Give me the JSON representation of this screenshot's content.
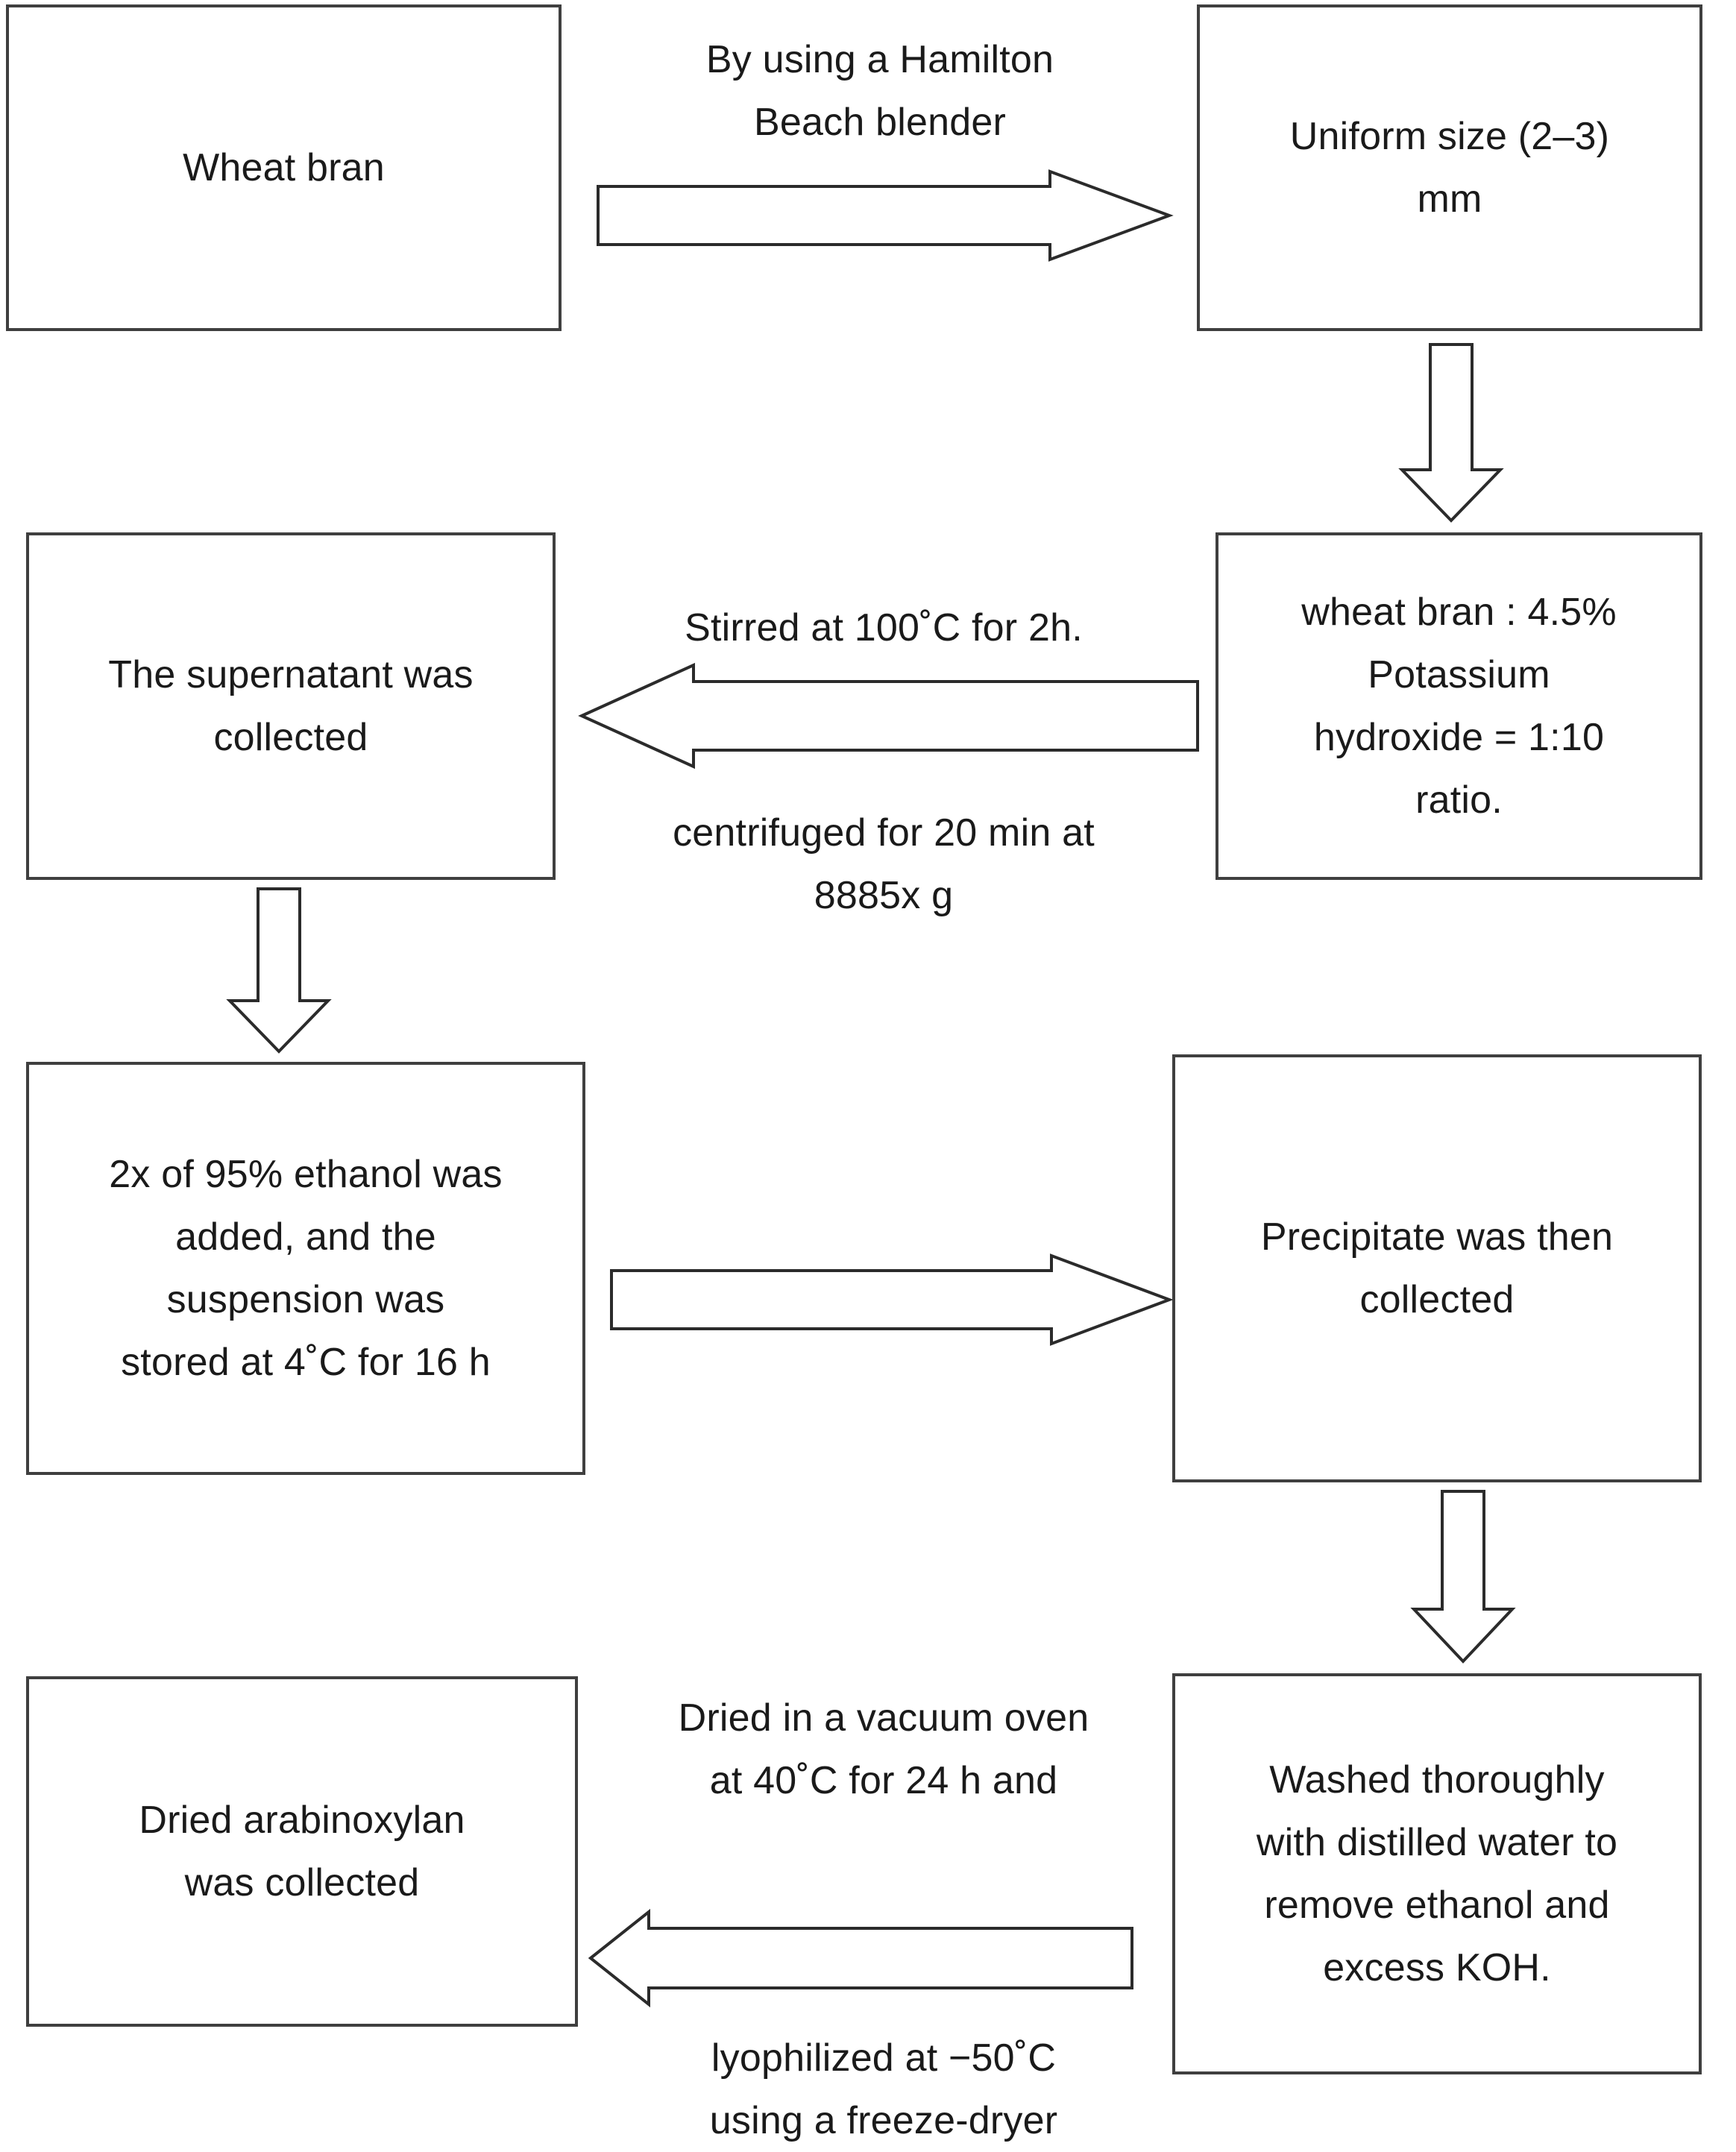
{
  "diagram": {
    "title": "Arabinoxylan extraction flowchart from wheat bran",
    "type": "process-flowchart",
    "colors": {
      "box_border": "#3f3f3f",
      "arrow_stroke": "#2b2b2b",
      "arrow_fill": "#ffffff",
      "text": "#1a1a1a",
      "background": "#ffffff"
    },
    "nodes": [
      {
        "id": "wheat-bran",
        "text": "Wheat bran"
      },
      {
        "id": "uniform-size",
        "text": "Uniform size (2–3)\nmm"
      },
      {
        "id": "koh-ratio",
        "text": "wheat bran : 4.5%\nPotassium\nhydroxide = 1:10\nratio."
      },
      {
        "id": "supernatant",
        "text": "The supernatant was\ncollected"
      },
      {
        "id": "ethanol-added",
        "text": "2x of 95% ethanol was\nadded, and the\nsuspension was\nstored at 4˚C for 16 h"
      },
      {
        "id": "precipitate",
        "text": "Precipitate was then\ncollected"
      },
      {
        "id": "washed",
        "text": "Washed thoroughly\nwith distilled water to\nremove ethanol and\nexcess KOH."
      },
      {
        "id": "dried-arabinoxylan",
        "text": "Dried arabinoxylan\nwas collected"
      }
    ],
    "edges": [
      {
        "id": "blender",
        "from": "wheat-bran",
        "to": "uniform-size",
        "direction": "right",
        "label_above": "By using a Hamilton\nBeach blender",
        "label_below": ""
      },
      {
        "id": "size-to-koh",
        "from": "uniform-size",
        "to": "koh-ratio",
        "direction": "down",
        "label_above": "",
        "label_below": ""
      },
      {
        "id": "stir-centrifuge",
        "from": "koh-ratio",
        "to": "supernatant",
        "direction": "left",
        "label_above": "Stirred at 100˚C for 2h.",
        "label_below": "centrifuged for 20 min at\n8885x g"
      },
      {
        "id": "supernatant-to-ethanol",
        "from": "supernatant",
        "to": "ethanol-added",
        "direction": "down",
        "label_above": "",
        "label_below": ""
      },
      {
        "id": "ethanol-to-precipitate",
        "from": "ethanol-added",
        "to": "precipitate",
        "direction": "right",
        "label_above": "",
        "label_below": ""
      },
      {
        "id": "precipitate-to-washed",
        "from": "precipitate",
        "to": "washed",
        "direction": "down",
        "label_above": "",
        "label_below": ""
      },
      {
        "id": "dry-lyophilize",
        "from": "washed",
        "to": "dried-arabinoxylan",
        "direction": "left",
        "label_above": "Dried in a vacuum oven\nat 40˚C for 24 h and",
        "label_below": "lyophilized at −50˚C\nusing a freeze-dryer"
      }
    ]
  }
}
